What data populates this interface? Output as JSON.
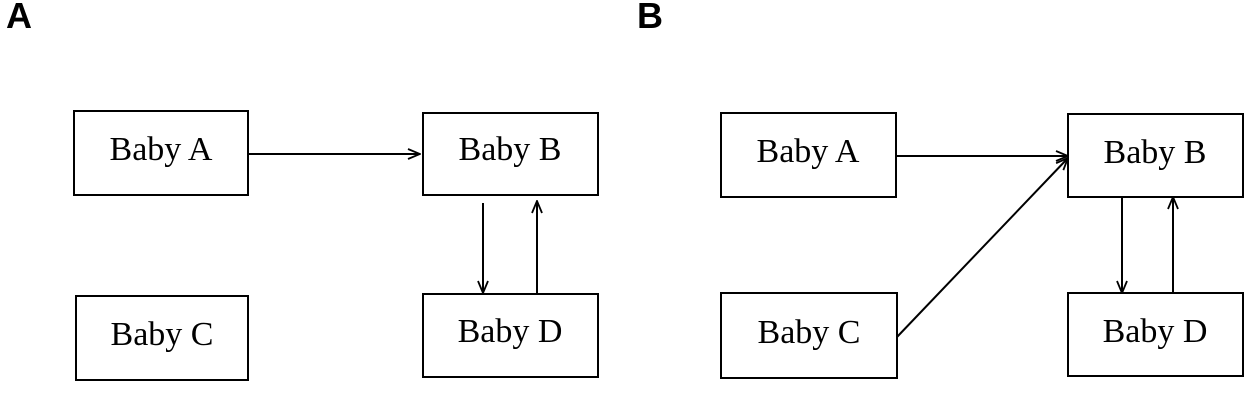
{
  "panels": [
    {
      "label": "A",
      "nodes": [
        {
          "id": "a",
          "label": "Baby A"
        },
        {
          "id": "b",
          "label": "Baby B"
        },
        {
          "id": "c",
          "label": "Baby C"
        },
        {
          "id": "d",
          "label": "Baby D"
        }
      ],
      "edges": [
        {
          "from": "a",
          "to": "b"
        },
        {
          "from": "b",
          "to": "d"
        },
        {
          "from": "d",
          "to": "b"
        }
      ]
    },
    {
      "label": "B",
      "nodes": [
        {
          "id": "a",
          "label": "Baby A"
        },
        {
          "id": "b",
          "label": "Baby B"
        },
        {
          "id": "c",
          "label": "Baby C"
        },
        {
          "id": "d",
          "label": "Baby D"
        }
      ],
      "edges": [
        {
          "from": "a",
          "to": "b"
        },
        {
          "from": "c",
          "to": "b"
        },
        {
          "from": "b",
          "to": "d"
        },
        {
          "from": "d",
          "to": "b"
        }
      ]
    }
  ]
}
